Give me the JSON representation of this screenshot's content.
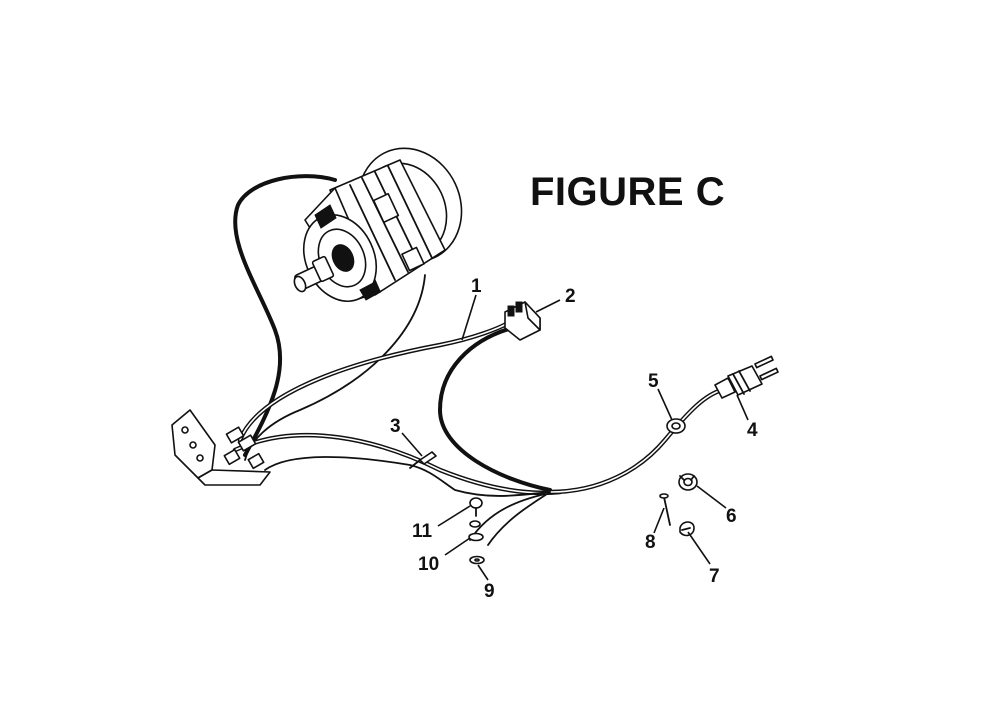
{
  "figure": {
    "title": "FIGURE C"
  },
  "callouts": [
    {
      "id": "1",
      "label": "1"
    },
    {
      "id": "2",
      "label": "2"
    },
    {
      "id": "3",
      "label": "3"
    },
    {
      "id": "4",
      "label": "4"
    },
    {
      "id": "5",
      "label": "5"
    },
    {
      "id": "6",
      "label": "6"
    },
    {
      "id": "7",
      "label": "7"
    },
    {
      "id": "8",
      "label": "8"
    },
    {
      "id": "9",
      "label": "9"
    },
    {
      "id": "10",
      "label": "10"
    },
    {
      "id": "11",
      "label": "11"
    }
  ],
  "icons": [
    "motor-icon",
    "switch-icon",
    "plug-icon",
    "bracket-icon",
    "strain-relief-icon",
    "clamp-icon",
    "screw-icon",
    "washer-icon",
    "grommet-icon"
  ]
}
